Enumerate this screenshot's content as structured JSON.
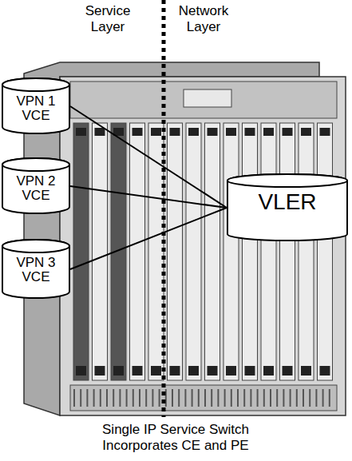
{
  "diagram": {
    "caption": "Single IP Service Switch Incorporates CE and PE",
    "nodes": [
      {
        "text": [
          "VPN 1 VCE"
        ]
      },
      {
        "text": [
          "VPN 2 VCE"
        ]
      },
      {
        "text": [
          "VPN 3 VCE"
        ]
      },
      {
        "text": [
          "VLER"
        ]
      }
    ],
    "edges": [
      {
        "from": 0,
        "to": 3,
        "arrow": "none"
      },
      {
        "from": 1,
        "to": 3,
        "arrow": "none"
      },
      {
        "from": 2,
        "to": 3,
        "arrow": "none"
      }
    ],
    "labels": [
      "Service Layer",
      "Network Layer"
    ]
  }
}
